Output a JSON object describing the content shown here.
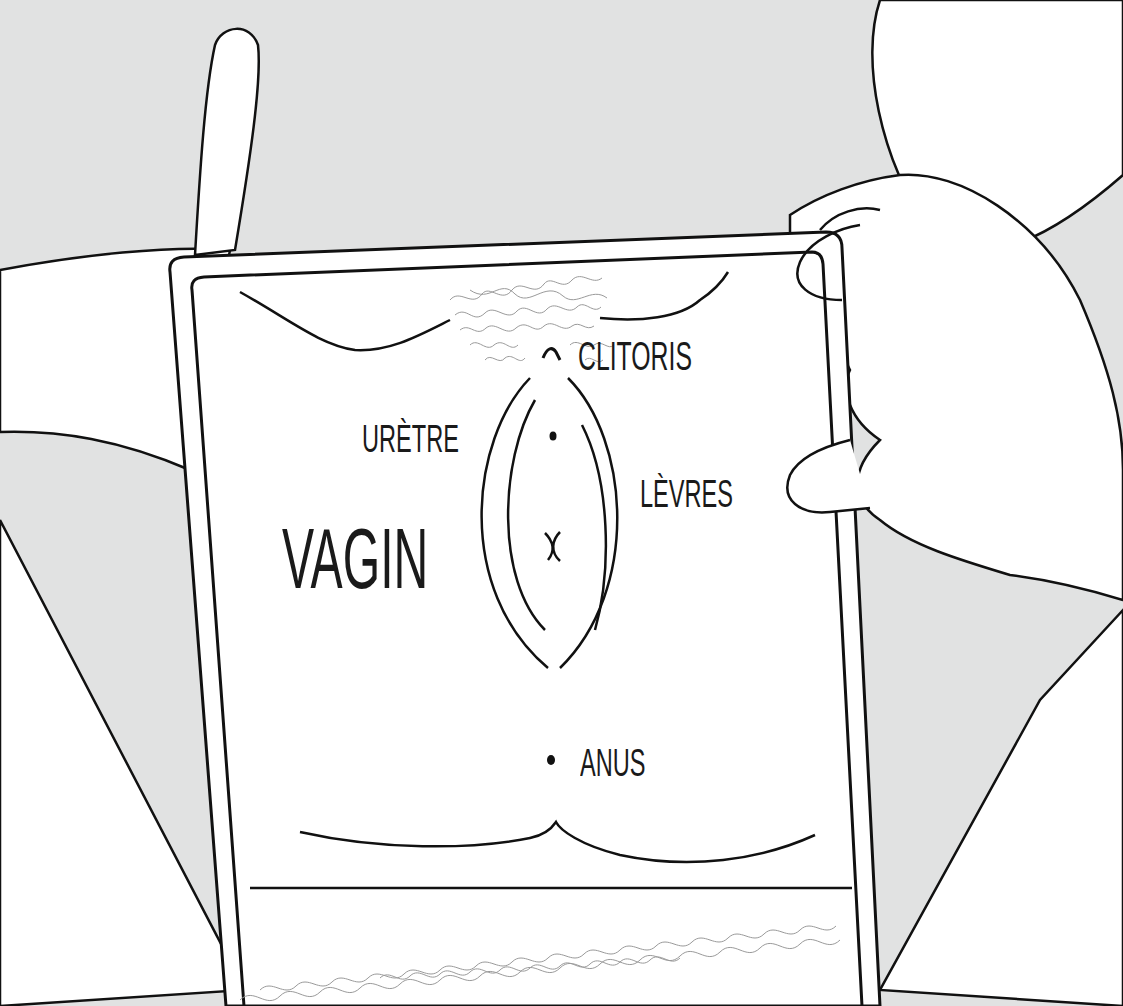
{
  "diagram": {
    "labels": [
      "CLITORIS",
      "URÈTRE",
      "LÈVRES",
      "VAGIN",
      "ANUS"
    ]
  }
}
